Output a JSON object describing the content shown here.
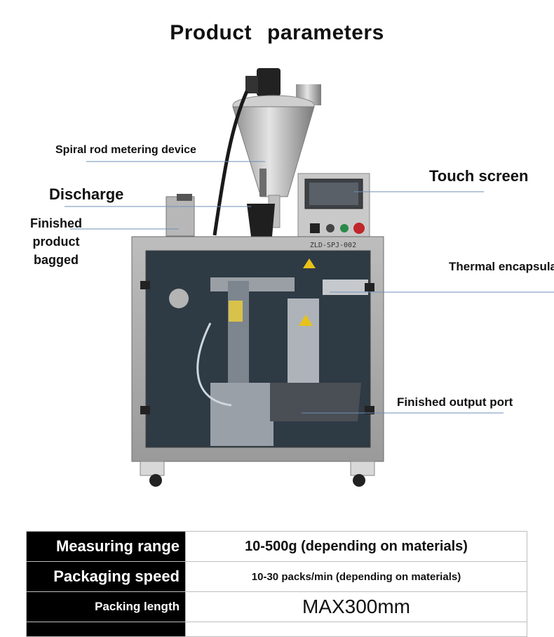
{
  "title": {
    "word1": "Product",
    "word2": "parameters"
  },
  "labels": {
    "spiral": "Spiral rod metering device",
    "discharge": "Discharge",
    "finished_bagged": "Finished product bagged",
    "touch_screen": "Touch screen",
    "thermal": "Thermal encapsulation",
    "output_port": "Finished output port"
  },
  "machine": {
    "model_plate": "ZLD-SPJ-002"
  },
  "specs": [
    {
      "key": "Measuring range",
      "value": "10-500g (depending on materials)"
    },
    {
      "key": "Packaging speed",
      "value": "10-30 packs/min (depending on materials)"
    },
    {
      "key": "Packing length",
      "value": "MAX300mm"
    }
  ]
}
